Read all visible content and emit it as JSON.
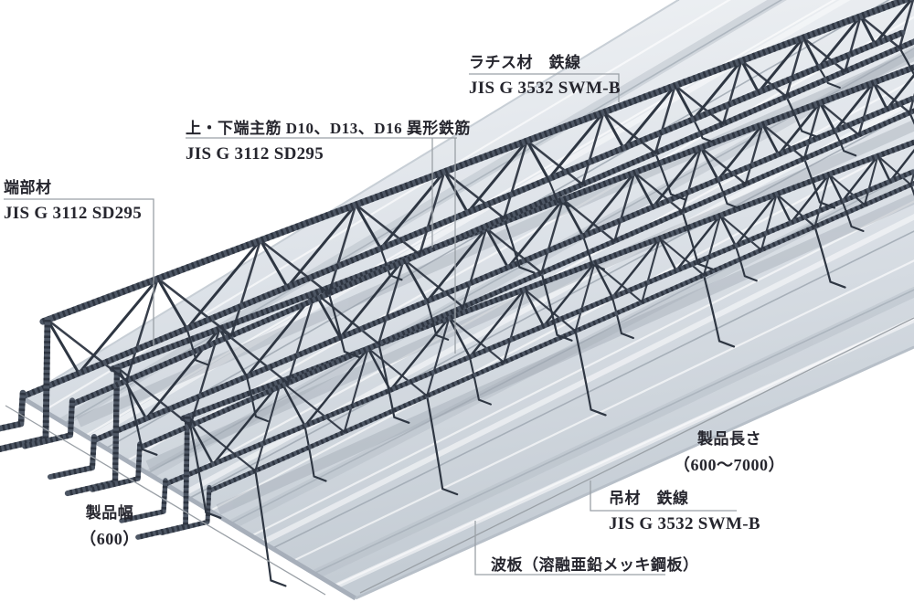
{
  "photo": {
    "description_labels": {
      "lattice": {
        "line1": "ラチス材　鉄線",
        "line2": "JIS G 3532 SWM-B"
      },
      "main_bars": {
        "line1": "上・下端主筋 D10、D13、D16 異形鉄筋",
        "line2": "JIS G 3112 SD295"
      },
      "end_member": {
        "line1": "端部材",
        "line2": "JIS G 3112 SD295"
      },
      "product_length": {
        "line1": "製品長さ",
        "line2": "（600～7000）"
      },
      "hanger": {
        "line1": "吊材　鉄線",
        "line2": "JIS G 3532 SWM-B"
      },
      "deck_plate": {
        "line1": "波板（溶融亜鉛メッキ鋼板）"
      },
      "product_width": {
        "line1": "製品幅",
        "line2": "（600）"
      }
    },
    "colors": {
      "background": "#ffffff",
      "text": "#26262e",
      "leader_line": "#9aa0a6",
      "steel_base": "#4d5664",
      "steel_dark": "#272d38",
      "wire": "#2e3642",
      "plate_light": "#f3f5f7",
      "plate_mid": "#dde2e8",
      "plate_deep": "#c4ccd4",
      "plate_rib": "#9fa8b2",
      "plate_edge": "#a7afba",
      "plate_shadow": "#97a0ab"
    }
  }
}
